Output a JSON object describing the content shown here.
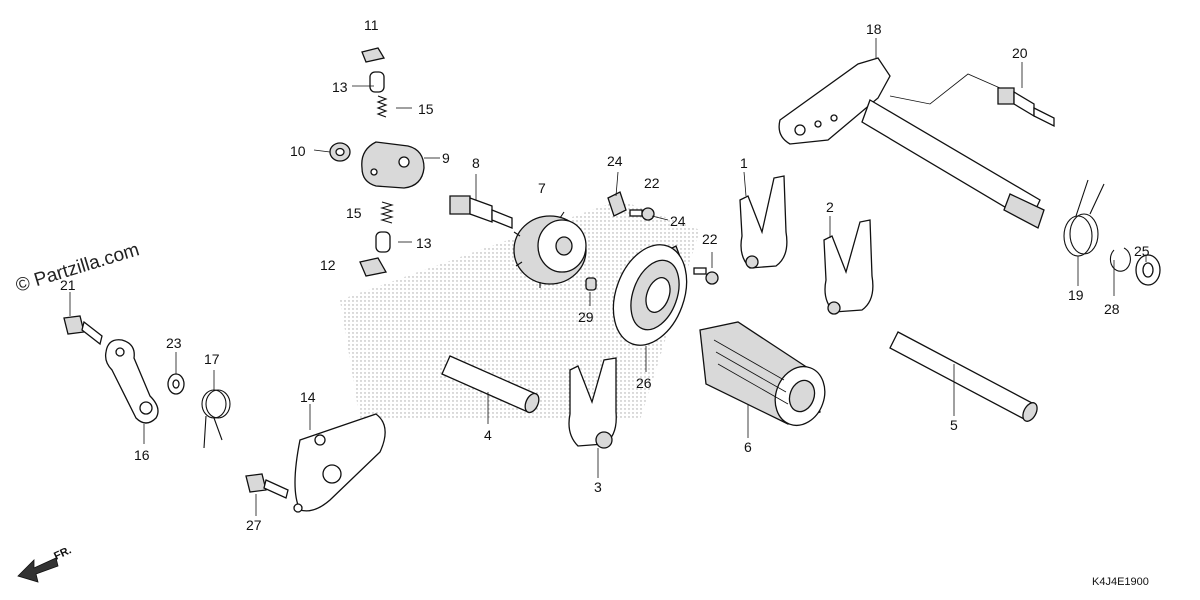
{
  "watermark": "© Partzilla.com",
  "diagram_code": "K4J4E1900",
  "direction_label": "FR.",
  "callouts": [
    {
      "id": "c11",
      "text": "11"
    },
    {
      "id": "c13a",
      "text": "13"
    },
    {
      "id": "c15a",
      "text": "15"
    },
    {
      "id": "c10",
      "text": "10"
    },
    {
      "id": "c9",
      "text": "9"
    },
    {
      "id": "c15b",
      "text": "15"
    },
    {
      "id": "c13b",
      "text": "13"
    },
    {
      "id": "c12",
      "text": "12"
    },
    {
      "id": "c8",
      "text": "8"
    },
    {
      "id": "c7",
      "text": "7"
    },
    {
      "id": "c24a",
      "text": "24"
    },
    {
      "id": "c22a",
      "text": "22"
    },
    {
      "id": "c24b",
      "text": "24"
    },
    {
      "id": "c22b",
      "text": "22"
    },
    {
      "id": "c29",
      "text": "29"
    },
    {
      "id": "c26",
      "text": "26"
    },
    {
      "id": "c1",
      "text": "1"
    },
    {
      "id": "c2",
      "text": "2"
    },
    {
      "id": "c18",
      "text": "18"
    },
    {
      "id": "c20",
      "text": "20"
    },
    {
      "id": "c19",
      "text": "19"
    },
    {
      "id": "c28",
      "text": "28"
    },
    {
      "id": "c25",
      "text": "25"
    },
    {
      "id": "c5",
      "text": "5"
    },
    {
      "id": "c6",
      "text": "6"
    },
    {
      "id": "c3",
      "text": "3"
    },
    {
      "id": "c4",
      "text": "4"
    },
    {
      "id": "c14",
      "text": "14"
    },
    {
      "id": "c27",
      "text": "27"
    },
    {
      "id": "c21",
      "text": "21"
    },
    {
      "id": "c23",
      "text": "23"
    },
    {
      "id": "c17",
      "text": "17"
    },
    {
      "id": "c16",
      "text": "16"
    }
  ]
}
